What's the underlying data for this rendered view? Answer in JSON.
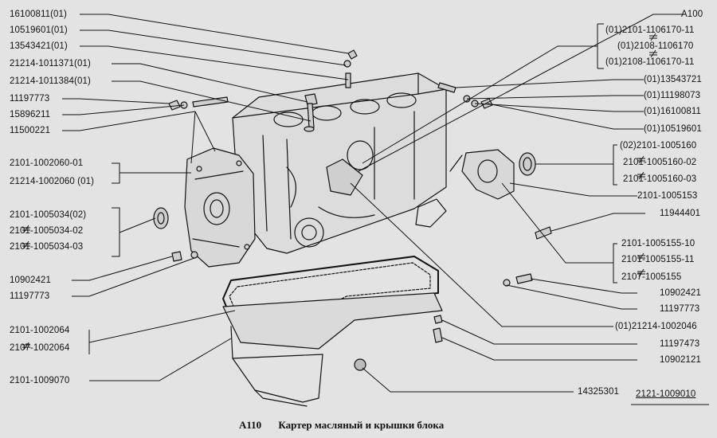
{
  "caption": {
    "code": "A110",
    "title": "Картер масляный и крышки блока"
  },
  "labels": {
    "l1": "16100811(01)",
    "l2": "10519601(01)",
    "l3": "13543421(01)",
    "l4": "21214-1011371(01)",
    "l5": "21214-1011384(01)",
    "l6": "11197773",
    "l7": "15896211",
    "l8": "11500221",
    "l9": "2101-1002060-01",
    "l10": "21214-1002060  (01)",
    "l11": "2101-1005034(02)",
    "l12": "2101-1005034-02",
    "l13": "2101-1005034-03",
    "l14": "10902421",
    "l15": "11197773",
    "l16": "2101-1002064",
    "l17": "2107-1002064",
    "l18": "2101-1009070",
    "r1": "A100",
    "r2": "(01)2101-1106170-11",
    "r3": "(01)2108-1106170",
    "r4": "(01)2108-1106170-11",
    "r5": "(01)13543721",
    "r6": "(01)11198073",
    "r7": "(01)16100811",
    "r8": "(01)10519601",
    "r9": "(02)2101-1005160",
    "r10": "2101-1005160-02",
    "r11": "2101-1005160-03",
    "r12": "2101-1005153",
    "r13": "11944401",
    "r14": "2101-1005155-10",
    "r15": "2101-1005155-11",
    "r16": "2107-1005155",
    "r17": "10902421",
    "r18": "11197773",
    "r19": "(01)21214-1002046",
    "r20": "11197473",
    "r21": "10902121",
    "r22": "14325301",
    "r23": "2121-1009010"
  }
}
